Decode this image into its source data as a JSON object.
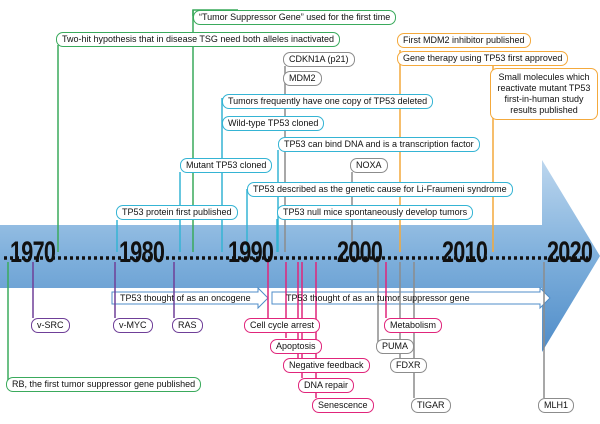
{
  "years": [
    "1970",
    "1980",
    "1990",
    "2000",
    "2010",
    "2020"
  ],
  "eras": {
    "oncogene": "TP53 thought of as an oncogene",
    "suppressor": "TP53 thought of as an tumor suppressor gene"
  },
  "labels": {
    "tsg_first": "“Tumor Suppressor Gene” used for the first time",
    "two_hit": "Two-hit hypothesis that in disease TSG need both alleles inactivated",
    "first_mdm2": "First MDM2 inhibitor published",
    "gene_therapy": "Gene therapy using TP53 first approved",
    "small_molecules": "Small molecules which reactivate mutant TP53 first-in-human study results published",
    "cdkn1a": "CDKN1A (p21)",
    "mdm2": "MDM2",
    "one_copy": "Tumors frequently have one copy of TP53 deleted",
    "wild_type": "Wild-type TP53 cloned",
    "bind_dna": "TP53 can bind DNA and is a transcription factor",
    "mutant": "Mutant TP53 cloned",
    "noxa": "NOXA",
    "li_fraumeni": "TP53 described as the genetic cause for Li-Fraumeni syndrome",
    "protein_first": "TP53 protein first published",
    "null_mice": "TP53 null mice spontaneously develop tumors",
    "v_src": "v-SRC",
    "v_myc": "v-MYC",
    "ras": "RAS",
    "cell_cycle": "Cell cycle arrest",
    "apoptosis": "Apoptosis",
    "negative_feedback": "Negative feedback",
    "dna_repair": "DNA repair",
    "senescence": "Senescence",
    "metabolism": "Metabolism",
    "puma": "PUMA",
    "fdxr": "FDXR",
    "tigar": "TIGAR",
    "rb": "RB, the first tumor suppressor gene published",
    "mlh1": "MLH1"
  },
  "colors": {
    "green": "#3aaa5c",
    "cyan": "#35b4d4",
    "orange": "#f4a93c",
    "gray": "#8c8c8c",
    "purple": "#6f3f98",
    "pink": "#e0257b",
    "arrow": "#5b9bd5"
  }
}
